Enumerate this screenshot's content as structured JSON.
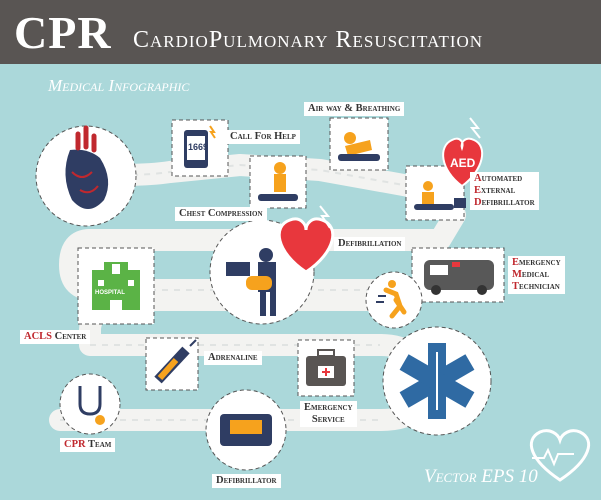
{
  "header": {
    "title": "CPR",
    "subtitle": "CardioPulmonary Resuscitation"
  },
  "subheading": "Medical Infographic",
  "labels": {
    "call_for_help": "Call For Help",
    "airway_breathing": "Air way & Breathing",
    "chest_compression": "Chest Compression",
    "defibrillation": "Defibrillation",
    "aed_line1_first": "A",
    "aed_line1_rest": "utomated",
    "aed_line2_first": "E",
    "aed_line2_rest": "xternal",
    "aed_line3_first": "D",
    "aed_line3_rest": "efibrillator",
    "emt_line1_first": "E",
    "emt_line1_rest": "mergency",
    "emt_line2_first": "M",
    "emt_line2_rest": "edical",
    "emt_line3_first": "T",
    "emt_line3_rest": "echnician",
    "acls_first": "ACLS",
    "acls_rest": " Center",
    "adrenaline": "Adrenaline",
    "emergency_service_line1": "Emergency",
    "emergency_service_line2": "Service",
    "cpr_team_first": "CPR",
    "cpr_team_rest": " Team",
    "defibrillator": "Defibrillator"
  },
  "icon_text": {
    "aed_badge": "AED",
    "phone_number": "1669",
    "hospital_sign": "HOSPITAL"
  },
  "footer": "Vector EPS 10",
  "colors": {
    "background": "#abd8da",
    "header": "#595553",
    "accent_red": "#c0282e",
    "heart_red": "#e8373d",
    "road": "#f4f4f2",
    "navy": "#2f3d63",
    "orange": "#f6a21d",
    "green": "#5bb346"
  }
}
